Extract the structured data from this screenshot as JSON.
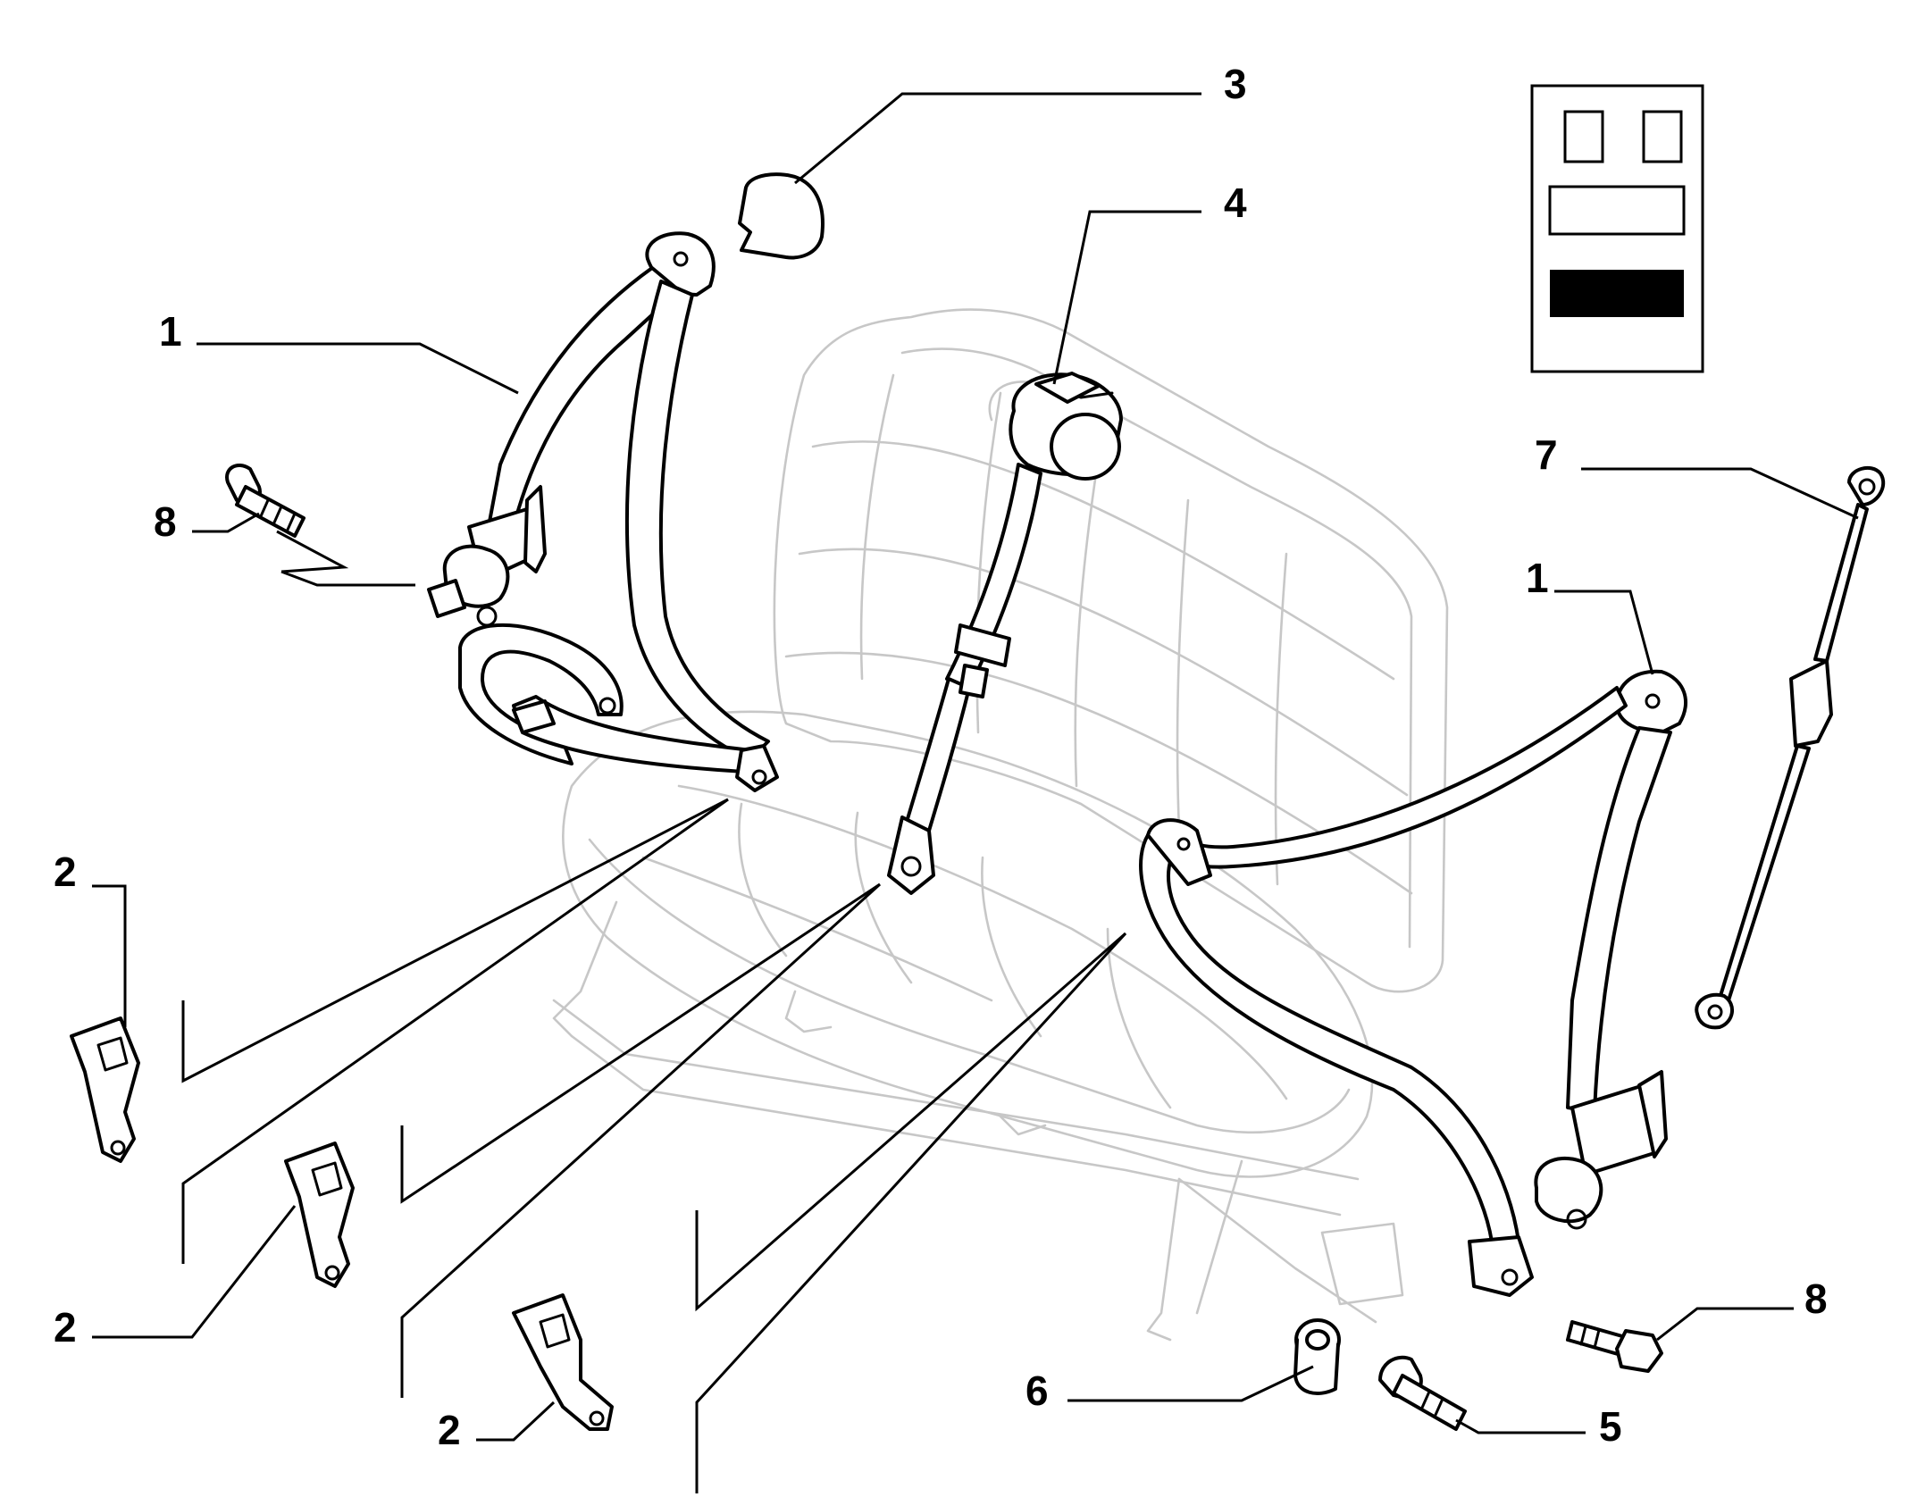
{
  "diagram": {
    "colors": {
      "line": "#000000",
      "seat_outline": "#c7c7c7",
      "background": "#ffffff",
      "legend_filled": "#000000"
    },
    "callouts": [
      {
        "id": "belt-left",
        "number": "1",
        "part": "three-point-seat-belt"
      },
      {
        "id": "belt-right",
        "number": "1",
        "part": "three-point-seat-belt"
      },
      {
        "id": "buckle-a",
        "number": "2",
        "part": "belt-buckle"
      },
      {
        "id": "buckle-b",
        "number": "2",
        "part": "belt-buckle"
      },
      {
        "id": "buckle-c",
        "number": "2",
        "part": "belt-buckle"
      },
      {
        "id": "cover",
        "number": "3",
        "part": "trim-cover"
      },
      {
        "id": "center-belt",
        "number": "4",
        "part": "center-seat-belt-retractor"
      },
      {
        "id": "bolt-small",
        "number": "5",
        "part": "bolt"
      },
      {
        "id": "spacer",
        "number": "6",
        "part": "spacer-bush"
      },
      {
        "id": "rod",
        "number": "7",
        "part": "anchor-rod"
      },
      {
        "id": "bolt-left",
        "number": "8",
        "part": "bolt"
      },
      {
        "id": "bolt-right",
        "number": "8",
        "part": "bolt"
      }
    ],
    "legend_icon": "vehicle-version-legend-icon"
  }
}
